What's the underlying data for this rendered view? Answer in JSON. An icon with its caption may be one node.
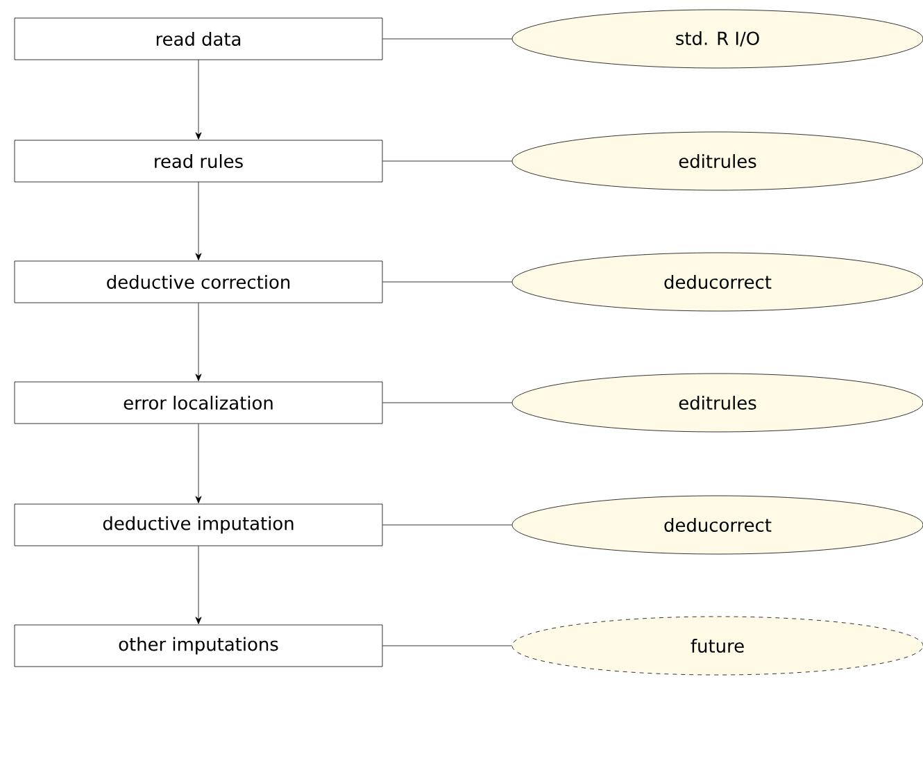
{
  "diagram": {
    "nodes": [
      {
        "text": [
          "read data"
        ]
      },
      {
        "text": [
          "std. R I/O"
        ]
      },
      {
        "text": [
          "read rules"
        ]
      },
      {
        "text": [
          "editrules"
        ]
      },
      {
        "text": [
          "deductive correction"
        ]
      },
      {
        "text": [
          "deducorrect"
        ]
      },
      {
        "text": [
          "error localization"
        ]
      },
      {
        "text": [
          "editrules"
        ]
      },
      {
        "text": [
          "deductive imputation"
        ]
      },
      {
        "text": [
          "deducorrect"
        ]
      },
      {
        "text": [
          "other imputations"
        ]
      },
      {
        "text": [
          "future"
        ]
      }
    ],
    "edges": [
      {
        "from": 0,
        "to": 2,
        "arrow": "to"
      },
      {
        "from": 2,
        "to": 4,
        "arrow": "to"
      },
      {
        "from": 4,
        "to": 6,
        "arrow": "to"
      },
      {
        "from": 6,
        "to": 8,
        "arrow": "to"
      },
      {
        "from": 8,
        "to": 10,
        "arrow": "to"
      },
      {
        "from": 0,
        "to": 1,
        "arrow": "none"
      },
      {
        "from": 2,
        "to": 3,
        "arrow": "none"
      },
      {
        "from": 4,
        "to": 5,
        "arrow": "none"
      },
      {
        "from": 6,
        "to": 7,
        "arrow": "none"
      },
      {
        "from": 8,
        "to": 9,
        "arrow": "none"
      },
      {
        "from": 10,
        "to": 11,
        "arrow": "none"
      }
    ]
  }
}
